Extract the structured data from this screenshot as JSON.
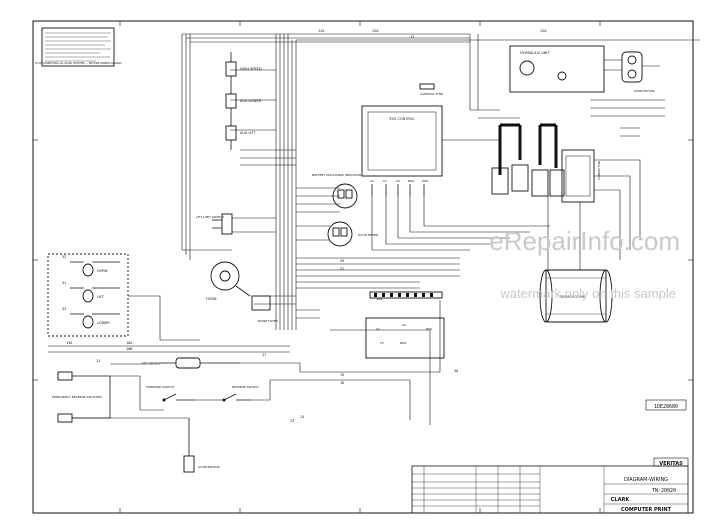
{
  "watermark": {
    "site": "eRepairInfo.com",
    "sample": "watermark only on this sample"
  },
  "notes_block": {
    "text": "TO ALL CONNECTORS, ALL LOADS, SWITCHES, ... SEE WIRE HARNESS DIAGRAM"
  },
  "components": {
    "high_speed": "HIGH SPEED",
    "aux_lower": "AUX LOWER",
    "aux_lift": "AUX LIFT",
    "lift_limit_switch": "LIFT LIMIT SWITCH",
    "horn_sol": "HORN",
    "lift": "LIFT",
    "lower": "LOWER",
    "horn": "HORN",
    "noise_filter": "NOISE FILTER",
    "key_switch": "KEY SWITCH",
    "forward_switch": "FORWARD SWITCH",
    "reverse_switch": "REVERSE SWITCH",
    "emergency_reverse": "EMERGENCY REVERSE SWITCHES",
    "accelerator": "ACCELERATOR",
    "battery_discharge": "BATTERY DISCHARGE INDICATOR",
    "hour_meter": "HOUR METER",
    "evs_control": "EVS CONTROL",
    "hydraulic_unit": "HYDRAULIC UNIT",
    "pump_motor": "PUMP MOTOR",
    "control_fuse": "CONTROL FUSE",
    "drive_motor": "DRIVE MOTOR",
    "contactor": "CONTACTOR"
  },
  "terminals": {
    "evs": [
      "A1",
      "T2",
      "A2",
      "NEG",
      "POS"
    ],
    "relay_block": [
      "A1",
      "A2",
      "POS",
      "T2",
      "NEG"
    ]
  },
  "wire_labels": {
    "top": [
      "12A",
      "12A",
      "12A",
      "13"
    ],
    "left": [
      "32",
      "31",
      "33",
      "13A",
      "10A",
      "10B",
      "11"
    ],
    "mid": [
      "25",
      "22",
      "12A",
      "17",
      "15",
      "16",
      "24",
      "23",
      "30"
    ]
  },
  "codes": {
    "sheet_code": "1DE28680",
    "diagram_number": "TN-20020"
  },
  "title_block": {
    "brand": "VERITAS",
    "title": "DIAGRAM-WIRING",
    "company": "CLARK",
    "footer": "COMPUTER PRINT"
  }
}
